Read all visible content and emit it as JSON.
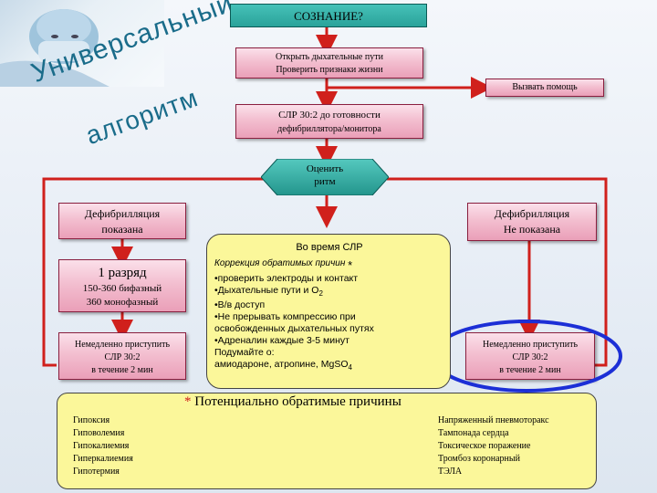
{
  "banner": {
    "line1": "Универсальный",
    "line2": "алгоритм"
  },
  "boxes": {
    "consciousness": "СОЗНАНИЕ?",
    "airway_line1": "Открыть дыхательные пути",
    "airway_line2": "Проверить признаки жизни",
    "call_help": "Вызвать помощь",
    "cpr_line1": "СЛР 30:2 до готовности",
    "cpr_line2": "дефибриллятора/монитора",
    "assess_line1": "Оценить",
    "assess_line2": "ритм",
    "shockable_line1": "Дефибрилляция",
    "shockable_line2": "показана",
    "nonshockable_line1": "Дефибрилляция",
    "nonshockable_line2": "Не показана",
    "shock_title": "1 разряд",
    "shock_line1": "150-360 бифазный",
    "shock_line2": "360 монофазный",
    "resume_left_line1": "Немедленно приступить",
    "resume_left_line2": "СЛР 30:2",
    "resume_left_line3": "в течение 2 мин",
    "resume_right_line1": "Немедленно приступить",
    "resume_right_line2": "СЛР 30:2",
    "resume_right_line3": "в течение 2 мин"
  },
  "during_cpr": {
    "title": "Во время СЛР",
    "subtitle": "Коррекция обратимых причин",
    "asterisk": "*",
    "items": [
      "•проверить электроды и контакт",
      "•Дыхательные пути и  O",
      "•В/в доступ",
      "•Не прерывать компрессию при",
      "освобожденных дыхательных путях",
      "•Адреналин каждые 3-5 минут",
      "Подумайте о:",
      "амиодароне, атропине, MgSO"
    ],
    "o2_sub": "2",
    "mgso4_sub": "4"
  },
  "causes": {
    "asterisk": "*",
    "title": "Потенциально обратимые причины",
    "left": [
      "Гипоксия",
      "Гиповолемия",
      "Гипокалиемия",
      "Гиперкалиемия",
      "Гипотермия"
    ],
    "right": [
      "Напряженный пневмоторакс",
      "Тампонада сердца",
      "Токсическое поражение",
      "Тромбоз коронарный",
      "ТЭЛА"
    ]
  },
  "colors": {
    "pink_box": "#f3bfd0",
    "teal_box": "#2aa39a",
    "arrow_red": "#d0201c",
    "highlight_blue": "#1c2fd6",
    "yellow_box": "#fbf79a",
    "banner_text": "#1a6c8a"
  }
}
